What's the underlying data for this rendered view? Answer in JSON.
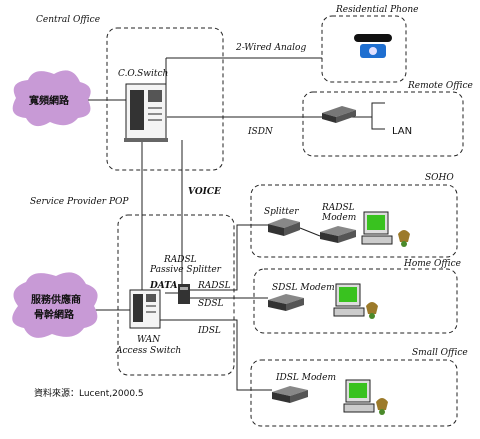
{
  "labels": {
    "central_office": "Central Office",
    "co_switch": "C.O.Switch",
    "two_wired_analog": "2-Wired Analog",
    "residential_phone": "Residential Phone",
    "remote_office": "Remote Office",
    "isdn": "ISDN",
    "lan": "LAN",
    "broadband_cloud": "寬頻網路",
    "voice": "VOICE",
    "service_provider_pop": "Service Provider POP",
    "soho": "SOHO",
    "splitter": "Splitter",
    "radsl_modem_line1": "RADSL",
    "radsl_modem_line2": "Modem",
    "radsl_passive_line1": "RADSL",
    "radsl_passive_line2": "Passive Splitter",
    "data": "DATA",
    "radsl_line": "RADSL",
    "sdsl_line": "SDSL",
    "idsl_line": "IDSL",
    "home_office": "Home Office",
    "sdsl_modem": "SDSL Modem",
    "backbone_cloud_line1": "服務供應商",
    "backbone_cloud_line2": "骨幹網路",
    "wan_line1": "WAN",
    "wan_line2": "Access Switch",
    "small_office": "Small Office",
    "idsl_modem": "IDSL Modem",
    "source": "資料來源：Lucent,2000.5"
  },
  "colors": {
    "cloud": "#c89ad6",
    "monitor_screen": "#39c21f",
    "phone": "#1f6fd0",
    "equipment": "#333333"
  }
}
